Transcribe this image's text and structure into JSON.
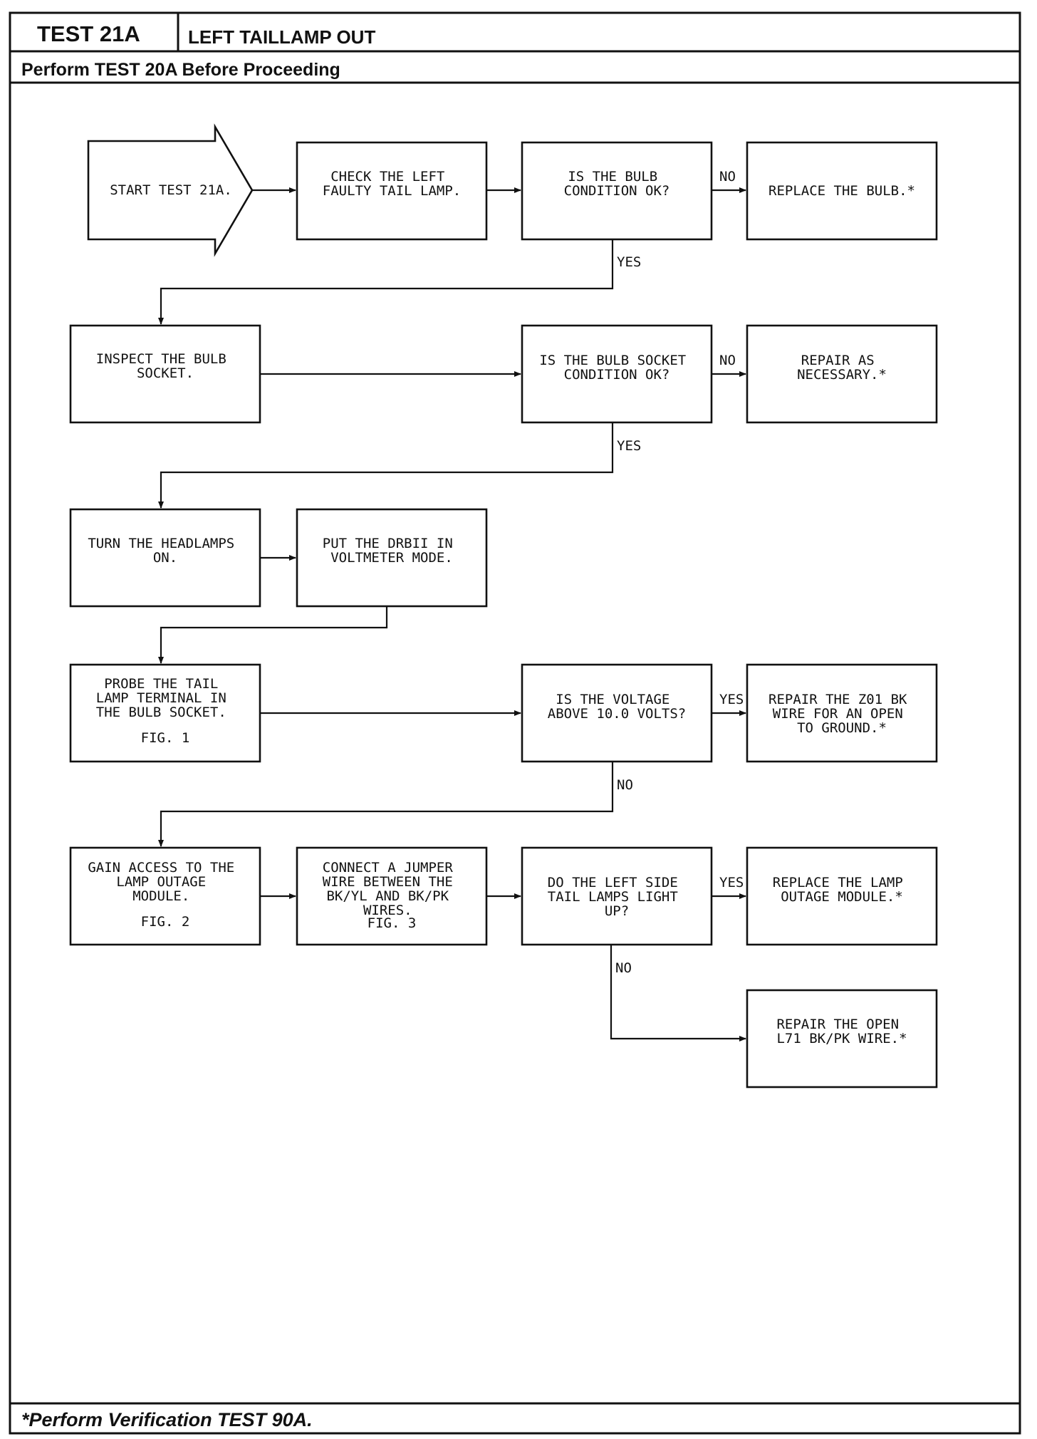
{
  "header": {
    "test_id": "TEST 21A",
    "title": "LEFT TAILLAMP OUT",
    "prerequisite": "Perform TEST 20A Before Proceeding"
  },
  "footer": {
    "note": "*Perform Verification TEST 90A."
  },
  "flowchart": {
    "nodes": {
      "start": [
        "START TEST 21A."
      ],
      "check_left": [
        "CHECK THE LEFT",
        "FAULTY TAIL LAMP."
      ],
      "q_bulb": [
        "IS THE BULB",
        "CONDITION OK?"
      ],
      "replace_bulb": [
        "REPLACE THE BULB.*"
      ],
      "inspect_socket": [
        "INSPECT THE BULB",
        "SOCKET."
      ],
      "q_socket": [
        "IS THE BULB SOCKET",
        "CONDITION OK?"
      ],
      "repair_socket": [
        "REPAIR AS",
        "NECESSARY.*"
      ],
      "headlamps_on": [
        "TURN THE HEADLAMPS",
        "ON."
      ],
      "drbii_voltmeter": [
        "PUT THE DRBII IN",
        "VOLTMETER MODE."
      ],
      "probe_terminal": [
        "PROBE THE TAIL",
        "LAMP TERMINAL IN",
        "THE BULB SOCKET.",
        "",
        "FIG. 1"
      ],
      "q_voltage": [
        "IS THE VOLTAGE",
        "ABOVE 10.0 VOLTS?"
      ],
      "repair_z01": [
        "REPAIR THE Z01 BK",
        "WIRE FOR AN OPEN",
        "TO GROUND.*"
      ],
      "gain_access": [
        "GAIN ACCESS TO THE",
        "LAMP OUTAGE",
        "MODULE.",
        "",
        "FIG. 2"
      ],
      "connect_jumper": [
        "CONNECT A JUMPER",
        "WIRE BETWEEN THE",
        "BK/YL AND BK/PK",
        "WIRES.",
        "FIG. 3"
      ],
      "q_light_up": [
        "DO THE LEFT SIDE",
        "TAIL LAMPS LIGHT",
        "UP?"
      ],
      "replace_module": [
        "REPLACE THE LAMP",
        "OUTAGE MODULE.*"
      ],
      "repair_l71": [
        "REPAIR THE OPEN",
        "L71 BK/PK WIRE.*"
      ]
    },
    "edge_labels": {
      "bulb_no": "NO",
      "bulb_yes": "YES",
      "socket_no": "NO",
      "socket_yes": "YES",
      "voltage_yes": "YES",
      "voltage_no": "NO",
      "light_yes": "YES",
      "light_no": "NO"
    }
  }
}
